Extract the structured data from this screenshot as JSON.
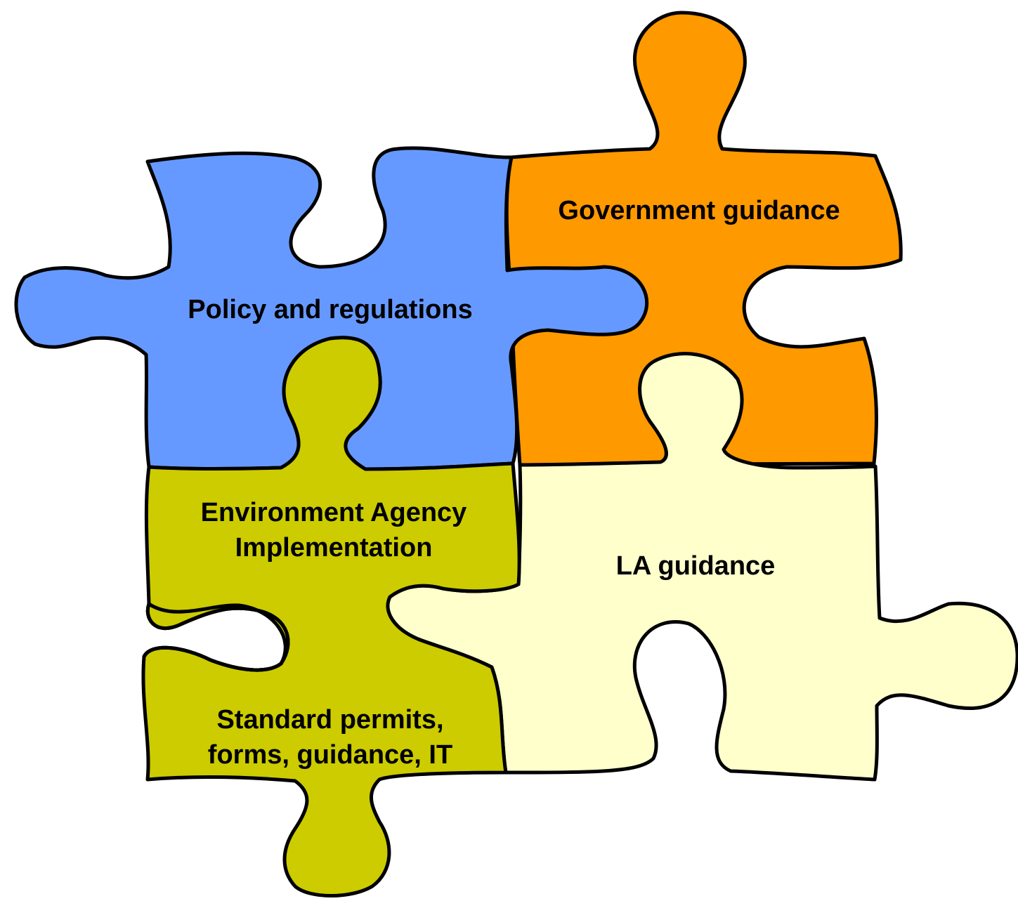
{
  "pieces": {
    "policy": {
      "label": "Policy and regulations",
      "color": "#6699ff"
    },
    "government": {
      "label": "Government guidance",
      "color": "#ff9900"
    },
    "agency": {
      "lines": [
        "Environment Agency",
        "Implementation"
      ],
      "color": "#cccc00"
    },
    "la": {
      "label": "LA guidance",
      "color": "#ffffcc"
    },
    "standard": {
      "lines": [
        "Standard permits,",
        "forms, guidance, IT"
      ],
      "color": "#cccc00"
    }
  }
}
